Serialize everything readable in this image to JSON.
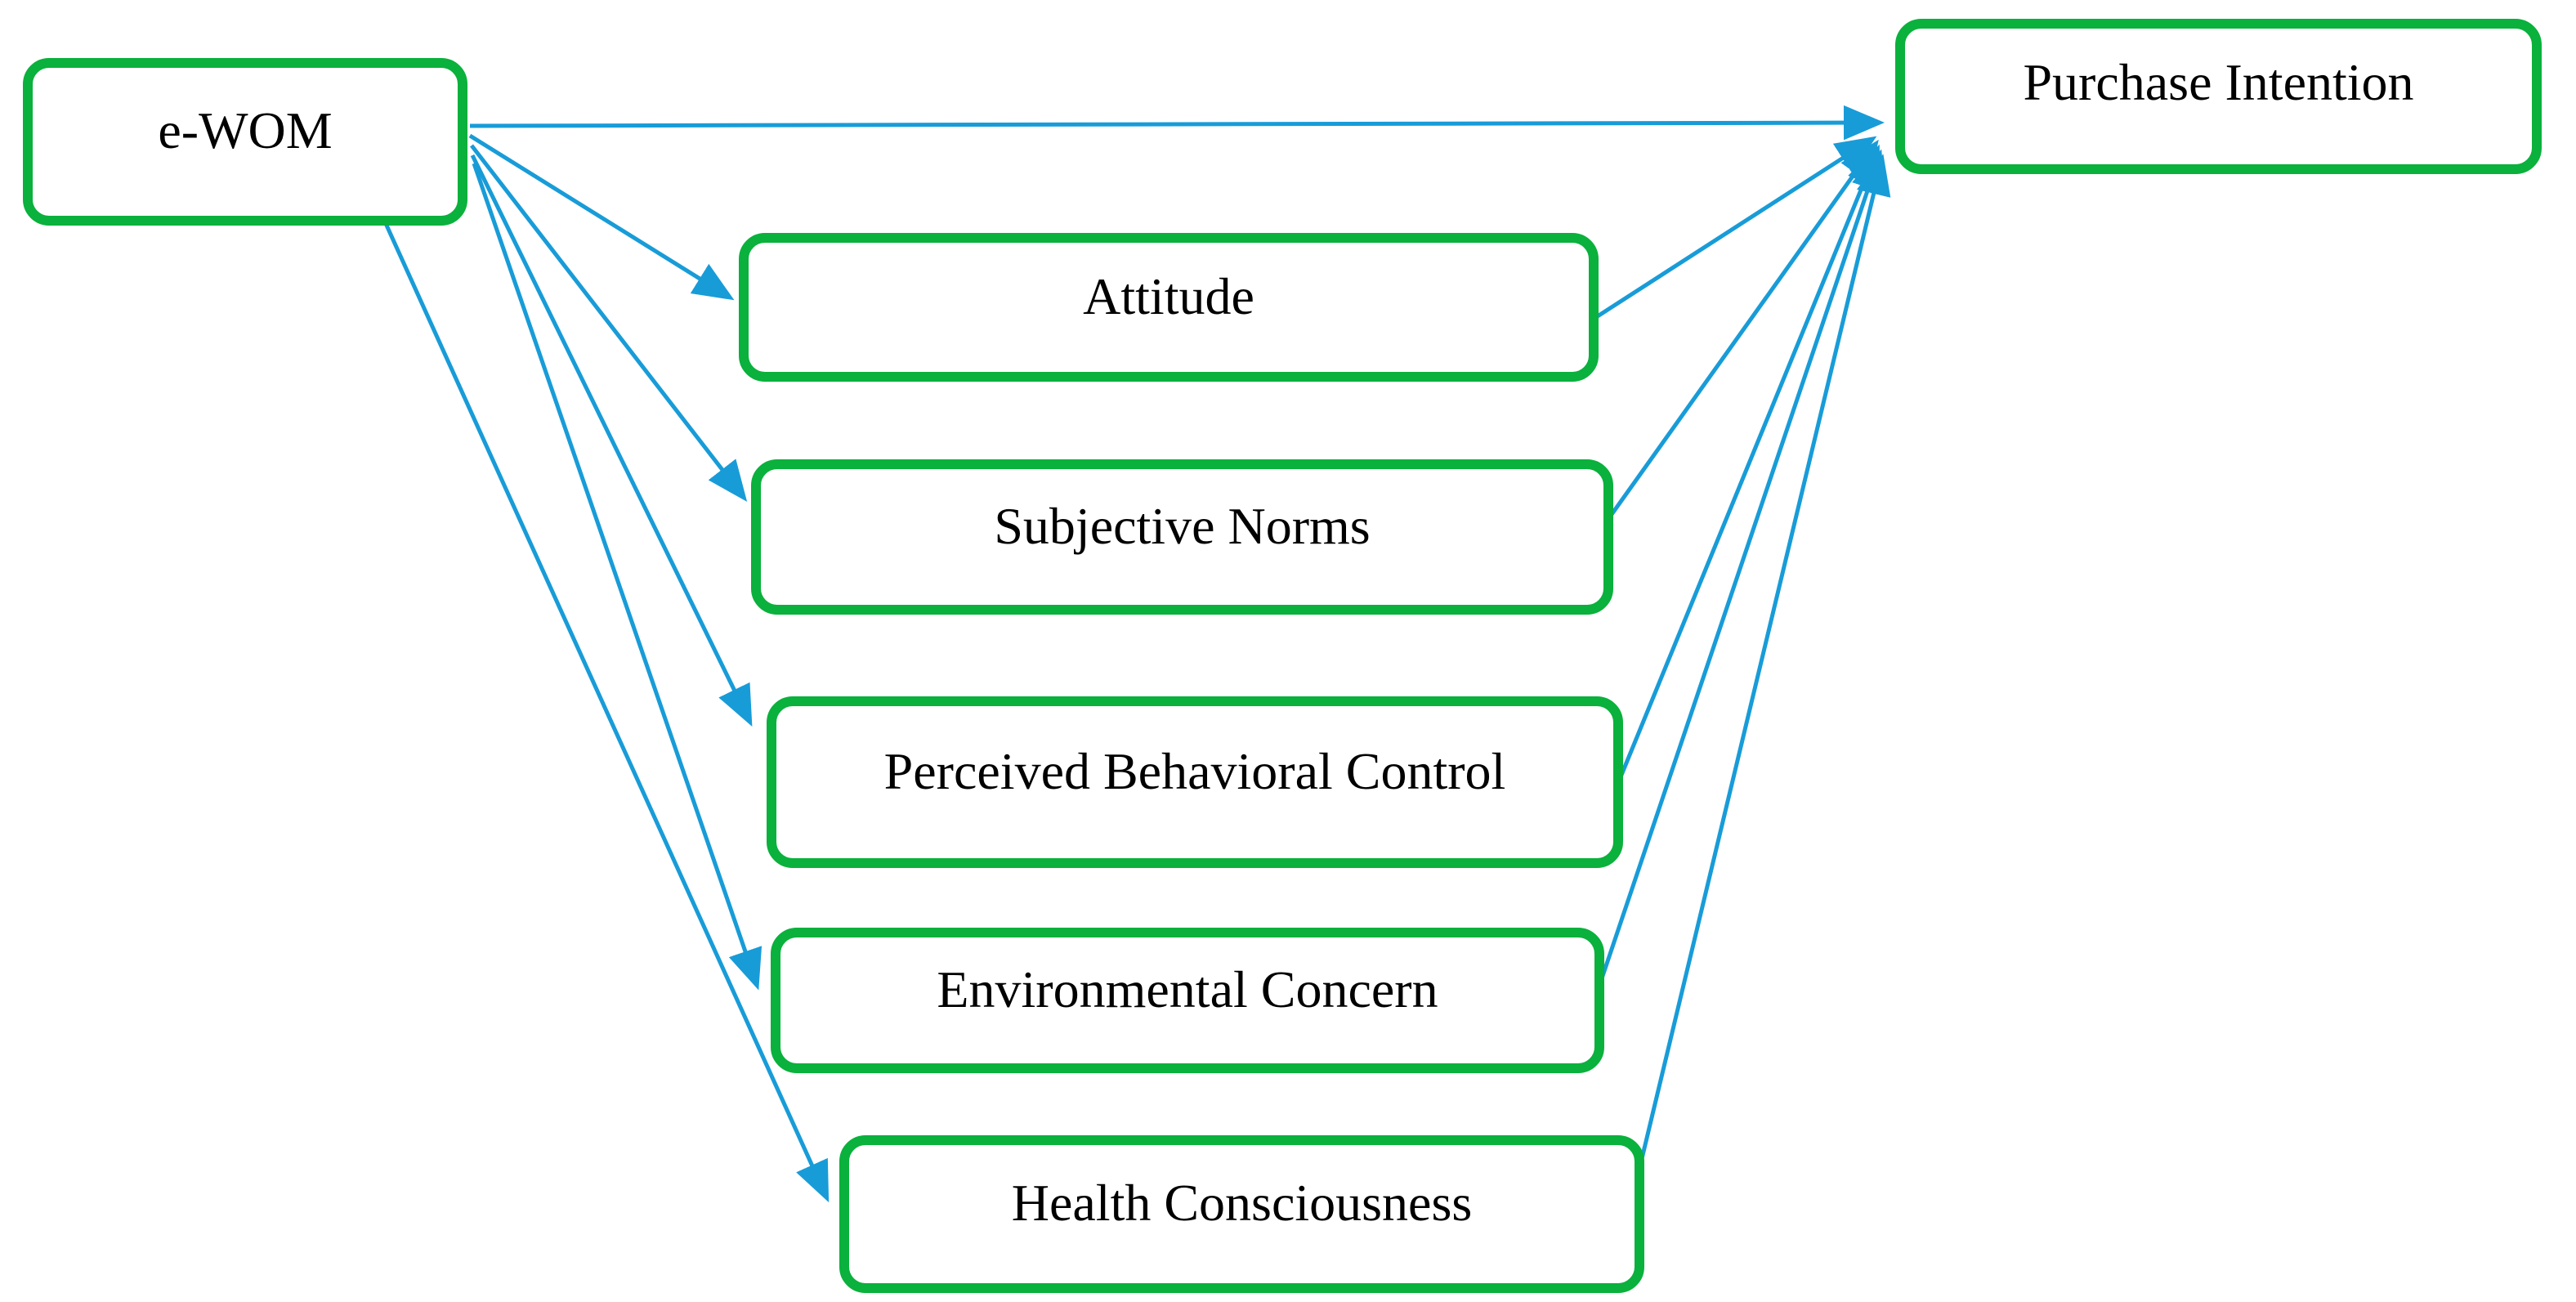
{
  "diagram": {
    "title": "e-WOM purchase intention conceptual model",
    "nodes": {
      "ewom": {
        "label": "e-WOM"
      },
      "attitude": {
        "label": "Attitude"
      },
      "subjective_norms": {
        "label": "Subjective Norms"
      },
      "pbc": {
        "label": "Perceived Behavioral Control"
      },
      "environmental_concern": {
        "label": "Environmental Concern"
      },
      "health_consciousness": {
        "label": "Health Consciousness"
      },
      "purchase_intention": {
        "label": "Purchase Intention"
      }
    },
    "edges": [
      {
        "from": "e-WOM",
        "to": "Purchase Intention"
      },
      {
        "from": "e-WOM",
        "to": "Attitude"
      },
      {
        "from": "e-WOM",
        "to": "Subjective Norms"
      },
      {
        "from": "e-WOM",
        "to": "Perceived Behavioral Control"
      },
      {
        "from": "e-WOM",
        "to": "Environmental Concern"
      },
      {
        "from": "e-WOM",
        "to": "Health Consciousness"
      },
      {
        "from": "Attitude",
        "to": "Purchase Intention"
      },
      {
        "from": "Subjective Norms",
        "to": "Purchase Intention"
      },
      {
        "from": "Perceived Behavioral Control",
        "to": "Purchase Intention"
      },
      {
        "from": "Environmental Concern",
        "to": "Purchase Intention"
      },
      {
        "from": "Health Consciousness",
        "to": "Purchase Intention"
      }
    ],
    "colors": {
      "box_border": "#0ab13c",
      "arrow": "#189cd8",
      "text": "#000000",
      "background": "#ffffff"
    }
  }
}
